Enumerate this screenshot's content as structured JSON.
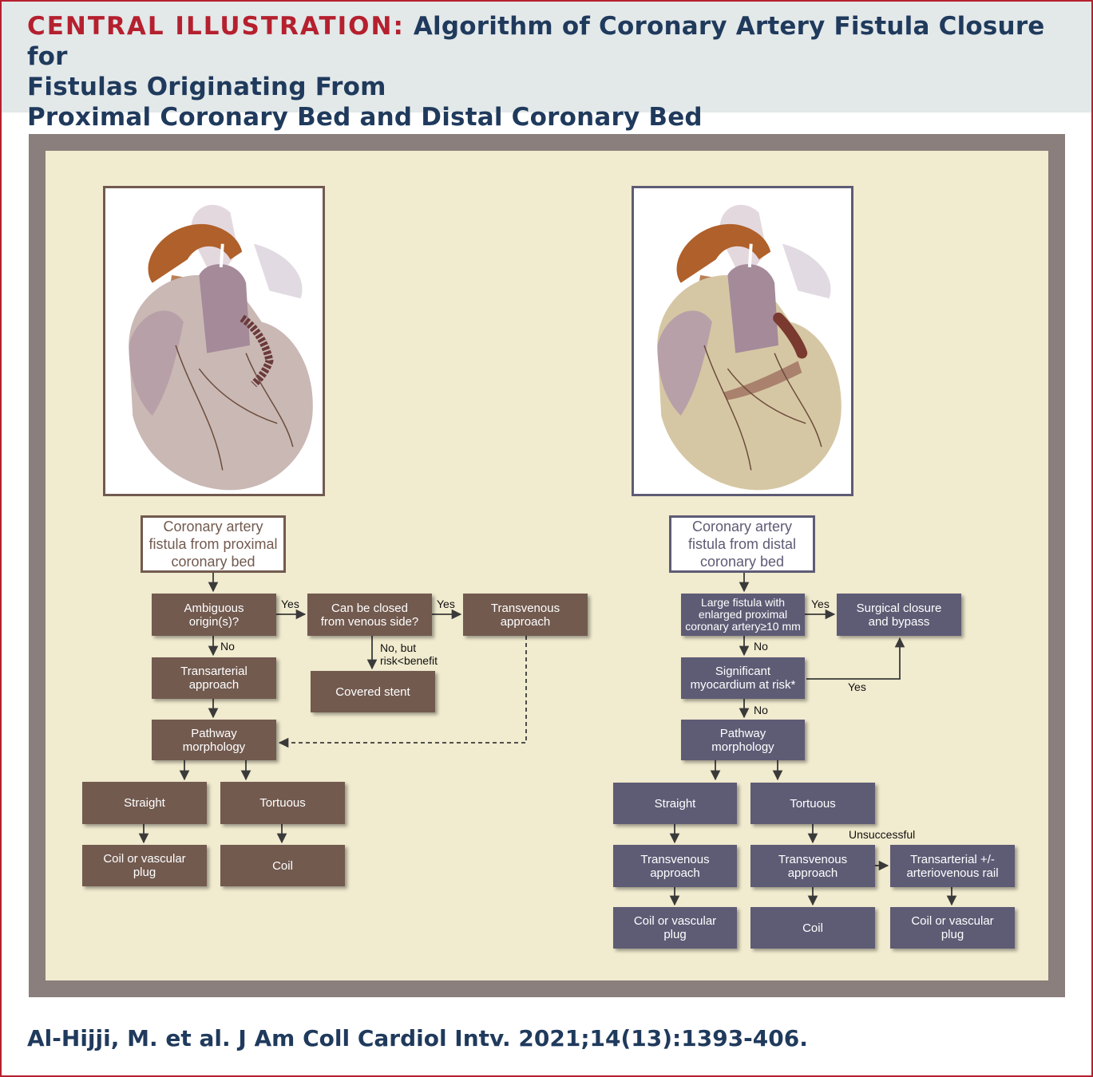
{
  "title": {
    "lead": "CENTRAL ILLUSTRATION:",
    "line1_rest": "Algorithm of Coronary Artery Fistula Closure for",
    "line2": "Fistulas Originating From",
    "line3": "Proximal Coronary Bed and Distal Coronary Bed"
  },
  "colors": {
    "proximal": "#725a4f",
    "distal": "#5e5b75",
    "accent": "#b5202e",
    "navy": "#1f3a5c",
    "panel": "#f1ebcf",
    "border": "#8a7f7c"
  },
  "proximal": {
    "start": [
      "Coronary artery",
      "fistula from proximal",
      "coronary bed"
    ],
    "ambiguous": [
      "Ambiguous",
      "origin(s)?"
    ],
    "venous_side": [
      "Can be closed",
      "from venous side?"
    ],
    "transvenous": [
      "Transvenous",
      "approach"
    ],
    "transarterial": [
      "Transarterial",
      "approach"
    ],
    "covered_stent": "Covered stent",
    "pathway": [
      "Pathway",
      "morphology"
    ],
    "straight": "Straight",
    "tortuous": "Tortuous",
    "coil_plug": [
      "Coil or vascular",
      "plug"
    ],
    "coil": "Coil",
    "lbl_yes1": "Yes",
    "lbl_yes2": "Yes",
    "lbl_no": "No",
    "lbl_nobut": [
      "No, but",
      "risk<benefit"
    ]
  },
  "distal": {
    "start": [
      "Coronary artery",
      "fistula from distal",
      "coronary bed"
    ],
    "large": [
      "Large fistula with",
      "enlarged proximal",
      "coronary artery≥10 mm"
    ],
    "surgical": [
      "Surgical closure",
      "and bypass"
    ],
    "myocardium": [
      "Significant",
      "myocardium at risk*"
    ],
    "pathway": [
      "Pathway",
      "morphology"
    ],
    "straight": "Straight",
    "tortuous": "Tortuous",
    "transvenous_a": [
      "Transvenous",
      "approach"
    ],
    "transvenous_b": [
      "Transvenous",
      "approach"
    ],
    "transarterial_rail": [
      "Transarterial +/-",
      "arteriovenous rail"
    ],
    "coil_plug_a": [
      "Coil or vascular",
      "plug"
    ],
    "coil": "Coil",
    "coil_plug_b": [
      "Coil or vascular",
      "plug"
    ],
    "lbl_yes1": "Yes",
    "lbl_no1": "No",
    "lbl_yes2": "Yes",
    "lbl_no2": "No",
    "lbl_unsuccessful": "Unsuccessful"
  },
  "citation": "Al-Hijji, M. et al. J Am Coll Cardiol Intv. 2021;14(13):1393-406."
}
